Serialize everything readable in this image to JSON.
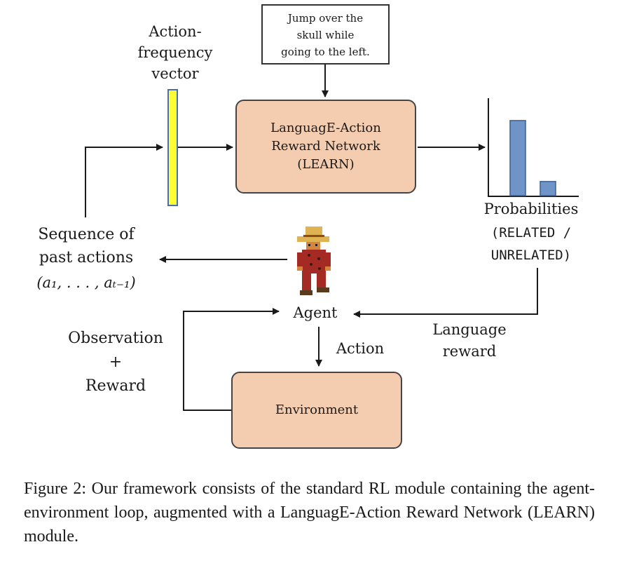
{
  "instruction_text": "Jump over the\nskull while\ngoing to the left.",
  "action_frequency_label": "Action-\nfrequency\nvector",
  "learn_box_label": "LanguagE-Action\nReward Network\n(LEARN)",
  "probabilities_label": "Probabilities",
  "related_unrelated_label": "(RELATED /\nUNRELATED)",
  "probability_bars": [
    {
      "label": "RELATED",
      "value": 0.85
    },
    {
      "label": "UNRELATED",
      "value": 0.16
    }
  ],
  "sequence_label": "Sequence of\npast actions",
  "sequence_math": "(a₁, . . . , aₜ₋₁)",
  "agent_label": "Agent",
  "action_label": "Action",
  "observation_label": "Observation\n+\nReward",
  "language_reward_label": "Language\nreward",
  "environment_label": "Environment",
  "caption": "Figure 2: Our framework consists of the standard RL module containing the agent-environment loop, augmented with a LanguagE-Action Reward Network (LEARN) module.",
  "colors": {
    "box_fill": "#f4cdb0",
    "bar_fill": "#6f95c8",
    "vector_fill": "#ffff33"
  }
}
